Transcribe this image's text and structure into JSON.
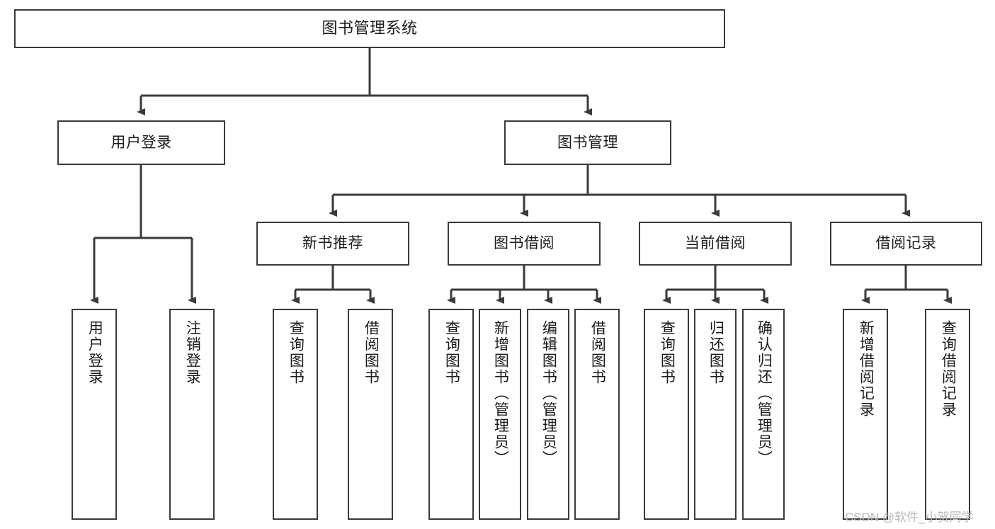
{
  "diagram": {
    "type": "tree-hierarchy",
    "title": "图书管理系统",
    "watermark": "CSDN @软件_小贺同学",
    "colors": {
      "box_border": "#3a3a3a",
      "box_fill": "#ffffff",
      "connector": "#3a3a3a",
      "text": "#1b1b1b",
      "watermark": "#b9b9b9"
    },
    "levels": {
      "root": {
        "label": "图书管理系统"
      },
      "level2": [
        {
          "id": "user-login",
          "label": "用户登录"
        },
        {
          "id": "book-management",
          "label": "图书管理"
        }
      ],
      "level3": [
        {
          "id": "new-book-recommend",
          "label": "新书推荐"
        },
        {
          "id": "book-borrow",
          "label": "图书借阅"
        },
        {
          "id": "current-borrow",
          "label": "当前借阅"
        },
        {
          "id": "borrow-record",
          "label": "借阅记录"
        }
      ],
      "leaves": {
        "user_login": [
          {
            "id": "leaf-user-login",
            "label": "用户登录"
          },
          {
            "id": "leaf-logout-login",
            "label": "注销登录"
          }
        ],
        "new_book_recommend": [
          {
            "id": "leaf-query-book-1",
            "label": "查询图书"
          },
          {
            "id": "leaf-borrow-book-1",
            "label": "借阅图书"
          }
        ],
        "book_borrow": [
          {
            "id": "leaf-query-book-2",
            "label": "查询图书"
          },
          {
            "id": "leaf-add-book",
            "label": "新增图书（管理员）"
          },
          {
            "id": "leaf-edit-book",
            "label": "编辑图书（管理员）"
          },
          {
            "id": "leaf-borrow-book-2",
            "label": "借阅图书"
          }
        ],
        "current_borrow": [
          {
            "id": "leaf-query-book-3",
            "label": "查询图书"
          },
          {
            "id": "leaf-return-book",
            "label": "归还图书"
          },
          {
            "id": "leaf-confirm-return",
            "label": "确认归还（管理员）"
          }
        ],
        "borrow_record": [
          {
            "id": "leaf-add-record",
            "label": "新增借阅记录"
          },
          {
            "id": "leaf-query-record",
            "label": "查询借阅记录"
          }
        ]
      }
    }
  }
}
